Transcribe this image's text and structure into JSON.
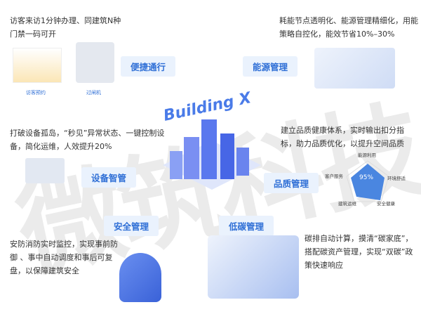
{
  "watermark": "微筑科技",
  "center_title": "Building X",
  "sections": {
    "access": {
      "tag": "便捷通行",
      "desc": "访客来访1分钟办理、同建筑N种门禁一码可开",
      "captions": [
        "访客预约",
        "过闸机"
      ]
    },
    "energy": {
      "tag": "能源管理",
      "desc": "耗能节点透明化、能源管理精细化，用能策略自控化，能效节省10%–30%"
    },
    "device": {
      "tag": "设备智管",
      "desc": "打破设备孤岛，“秒见”异常状态、一键控制设备，简化运维，人效提升20%"
    },
    "quality": {
      "tag": "品质管理",
      "desc": "建立品质健康体系，实时输出扣分指标，助力品质优化，以提升空间品质",
      "radar": {
        "value": "95%",
        "axes": [
          "能源利用",
          "环境舒适",
          "安全健康",
          "建筑运维",
          "客户服务"
        ]
      }
    },
    "security": {
      "tag": "安全管理",
      "desc": "安防消防实时监控，实现事前防御 、事中自动调度和事后可复盘，以保障建筑安全"
    },
    "carbon": {
      "tag": "低碳管理",
      "desc": "碳排自动计算，摸清“碳家底”，搭配碳资产管理，实现“双碳”政策快速响应"
    }
  },
  "colors": {
    "accent": "#2f6fd6",
    "tag_bg": "#eaf2fd",
    "radar": "#4a86e0"
  }
}
